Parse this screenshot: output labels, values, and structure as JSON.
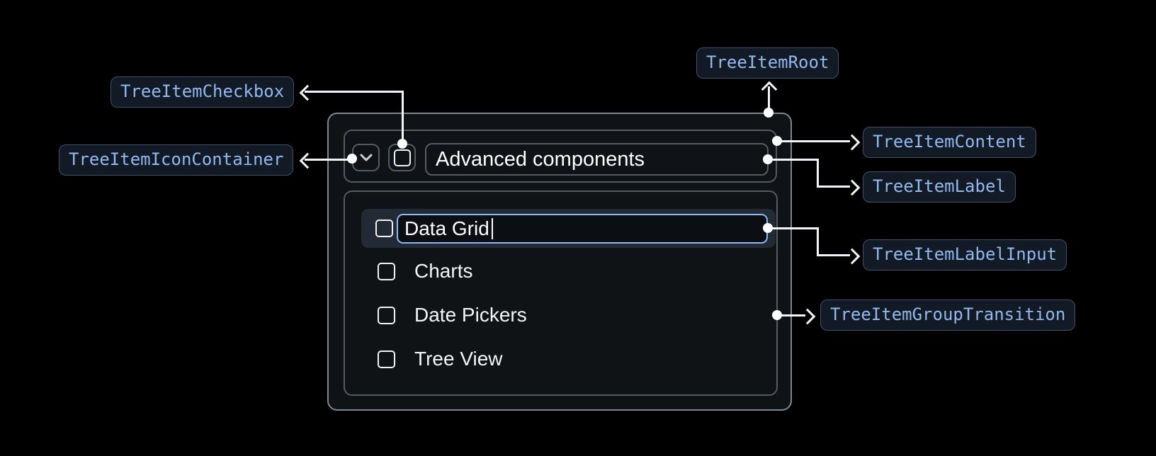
{
  "annotations": {
    "checkbox": "TreeItemCheckbox",
    "icon_container": "TreeItemIconContainer",
    "root": "TreeItemRoot",
    "content": "TreeItemContent",
    "label": "TreeItemLabel",
    "label_input": "TreeItemLabelInput",
    "group_transition": "TreeItemGroupTransition"
  },
  "tree": {
    "parent_label": "Advanced components",
    "expanded": true,
    "editing_item": {
      "value": "Data Grid"
    },
    "children": [
      "Charts",
      "Date Pickers",
      "Tree View"
    ]
  },
  "icons": {
    "expand": "chevron-down-icon",
    "checkbox_state": "unchecked"
  },
  "colors": {
    "background": "#000000",
    "annotation_text": "#92b8ee",
    "annotation_border": "#405169",
    "annotation_bg": "#121a26",
    "connector": "#f2f5f8",
    "box_border": "#545b64",
    "root_border": "#7e8690",
    "root_bg": "#101316",
    "highlight_row_bg": "#212a35",
    "input_border": "#8fb9f1",
    "tree_text": "#ffffff"
  }
}
